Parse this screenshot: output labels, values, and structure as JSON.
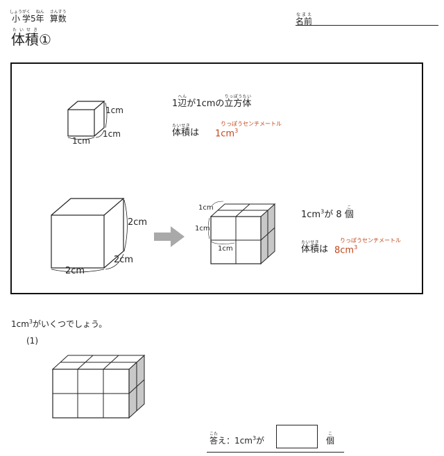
{
  "header": {
    "grade_ruby": [
      {
        "base": "小",
        "rt": "しょう"
      },
      {
        "base": "学",
        "rt": "がく"
      },
      {
        "base": "5",
        "rt": ""
      },
      {
        "base": "年",
        "rt": "ねん"
      }
    ],
    "subject_ruby": {
      "base": "算数",
      "rt": "さんすう"
    },
    "name_ruby": {
      "base": "名前",
      "rt": "なまえ"
    },
    "title_ruby": {
      "base": "体積",
      "rt": "たいせき"
    },
    "title_suffix": "①"
  },
  "box": {
    "cube1": {
      "side_top": "1cm",
      "side_right": "1cm",
      "side_bottom": "1cm"
    },
    "line1_pre": "1辺が",
    "line1_mid": "1cm",
    "line1_post": "の",
    "line1_ruby_bian": {
      "base": "辺",
      "rt": "へん"
    },
    "line1_ruby_cube": {
      "base": "立方体",
      "rt": "りっぽうたい"
    },
    "volume_ruby": {
      "base": "体積",
      "rt": "たいせき"
    },
    "volume_label": "は",
    "volume_value": "1cm",
    "volume_unit_exp": "3",
    "unit_reading": "りっぽうセンチメートル",
    "cube2": {
      "height": "2cm",
      "depth": "2cm",
      "width": "2cm"
    },
    "stack": {
      "label_top": "1cm",
      "label_left": "1cm",
      "label_bottom": "1cm"
    },
    "count_pre": "1cm",
    "count_exp": "3",
    "count_post": "が 8",
    "count_ruby": {
      "base": "個",
      "rt": "こ"
    },
    "volume2_ruby": {
      "base": "体積",
      "rt": "たいせき"
    },
    "volume2_label": "は",
    "volume2_value": "8cm",
    "volume2_exp": "3",
    "unit2_reading": "りっぽうセンチメートル"
  },
  "question": {
    "prompt_pre": "1cm",
    "prompt_exp": "3",
    "prompt_post": "がいくつでしょう。",
    "item_label": "(1)"
  },
  "answer": {
    "ruby": {
      "base": "答",
      "rt": "こた"
    },
    "label_post": "え：1cm",
    "exp": "3",
    "label_ga": "が",
    "unit_ruby": {
      "base": "個",
      "rt": "こ"
    },
    "value": ""
  },
  "colors": {
    "accent": "#c0461a",
    "arrow": "#a9a9a9",
    "shade": "#c8c8c8"
  }
}
